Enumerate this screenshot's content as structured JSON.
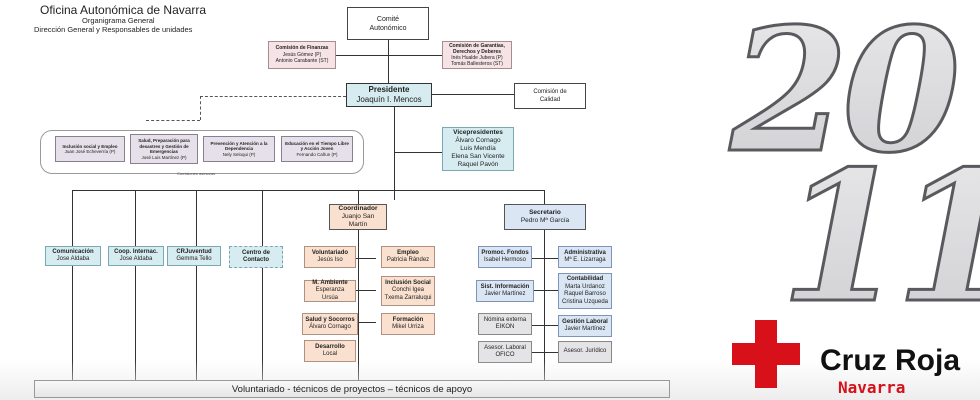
{
  "header": {
    "title": "Oficina Autonómica de Navarra",
    "subtitle1": "Organigrama General",
    "subtitle2": "Dirección General y Responsables de unidades"
  },
  "committee": {
    "line1": "Comité",
    "line2": "Autonómico"
  },
  "finanzas": {
    "title": "Comisión de Finanzas",
    "p1": "Jesús Gómez (P)",
    "p2": "Antonio Carabante (ST)"
  },
  "garantias": {
    "title": "Comisión de Garantías, Derechos y Deberes",
    "p1": "Inés Hualde Jubera (P)",
    "p2": "Tomás Ballesteros (ST)"
  },
  "president": {
    "title": "Presidente",
    "name": "Joaquín I. Mencos"
  },
  "calidad": {
    "line1": "Comisión de",
    "line2": "Calidad"
  },
  "comisiones": [
    {
      "title": "Inclusión social y Empleo",
      "person": "Juan José Echeverría (P)"
    },
    {
      "title": "Salud, Preparación para desastres y Gestión de Emergencias",
      "person": "José Luis Martínez (P)"
    },
    {
      "title": "Prevención y Atención a la Dependencia",
      "person": "Nely Seloqui (P)"
    },
    {
      "title": "Educación en el Tiempo Libre y Acción Joven",
      "person": "Fernando Cañun (P)"
    }
  ],
  "comisiones_label": "Comisiones asesoras",
  "vice": {
    "title": "Vicepresidentes",
    "names": [
      "Álvaro Cornago",
      "Luis Mendía",
      "Elena San Vicente",
      "Raquel Pavón"
    ]
  },
  "coordinador": {
    "title": "Coordinador",
    "name": "Juanjo San Martín"
  },
  "secretario": {
    "title": "Secretario",
    "name": "Pedro Mª García"
  },
  "left_units": [
    {
      "title": "Comunicación",
      "name": "Jose Aldaba"
    },
    {
      "title": "Coop. Internac.",
      "name": "Jose Aldaba"
    },
    {
      "title": "CRJuventud",
      "name": "Gemma Tello"
    },
    {
      "title": "Centro de",
      "name": "Contacto"
    }
  ],
  "coord_left": [
    {
      "title": "Voluntariado",
      "name": "Jesús Iso"
    },
    {
      "title": "M. Ambiente",
      "name": "Esperanza Ursúa"
    },
    {
      "title": "Salud y Socorros",
      "name": "Álvaro Cornago"
    },
    {
      "title": "Desarrollo",
      "name": "Local"
    }
  ],
  "coord_right": [
    {
      "title": "Empleo",
      "names": [
        "Patricia Rández"
      ]
    },
    {
      "title": "Inclusión Social",
      "names": [
        "Conchi Igea",
        "Txema Zarraluqui"
      ]
    },
    {
      "title": "Formación",
      "names": [
        "Mikel Urriza"
      ]
    }
  ],
  "sec_left": [
    {
      "title": "Promoc. Fondos",
      "name": "Isabel Hermoso"
    },
    {
      "title": "Sist. Información",
      "name": "Javier Martínez"
    },
    {
      "title": "Nómina externa",
      "name": "EIKON"
    },
    {
      "title": "Asesor. Laboral",
      "name": "OFICO"
    }
  ],
  "sec_right": [
    {
      "title": "Administrativa",
      "names": [
        "Mª E. Lizarraga"
      ]
    },
    {
      "title": "Contabilidad",
      "names": [
        "Marta Urdanoz",
        "Raquel Barroso",
        "Cristina Uzqueda"
      ]
    },
    {
      "title": "Gestión Laboral",
      "names": [
        "Javier Martínez"
      ]
    },
    {
      "title": "Asesor. Jurídico",
      "names": []
    }
  ],
  "bottom": "Voluntariado - técnicos de proyectos – técnicos de apoyo",
  "brand": {
    "year_top": "20",
    "year_bottom": "11",
    "name": "Cruz Roja",
    "region": "Navarra",
    "cross_color": "#d7101a"
  }
}
